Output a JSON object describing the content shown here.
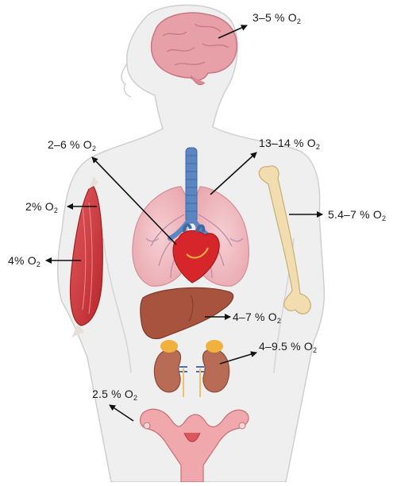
{
  "figure": {
    "labels": [
      {
        "id": "brain",
        "value": "3–5 %",
        "unit": "O",
        "sub": "2"
      },
      {
        "id": "heart",
        "value": "2–6 %",
        "unit": "O",
        "sub": "2"
      },
      {
        "id": "lungs",
        "value": "13–14 %",
        "unit": "O",
        "sub": "2"
      },
      {
        "id": "muscle-upper",
        "value": "2%",
        "unit": "O",
        "sub": "2"
      },
      {
        "id": "bone",
        "value": "5.4–7 %",
        "unit": "O",
        "sub": "2"
      },
      {
        "id": "muscle-lower",
        "value": "4%",
        "unit": "O",
        "sub": "2"
      },
      {
        "id": "liver",
        "value": "4–7 %",
        "unit": "O",
        "sub": "2"
      },
      {
        "id": "kidney",
        "value": "4–9.5 %",
        "unit": "O",
        "sub": "2"
      },
      {
        "id": "uterus",
        "value": "2.5 %",
        "unit": "O",
        "sub": "2"
      }
    ]
  },
  "colors": {
    "skin": "#eeeeee",
    "skin_outline": "#c8c8c8",
    "brain": "#e8a0a8",
    "lung": "#f2c1c6",
    "trachea": "#5b86c2",
    "heart": "#d7262b",
    "liver": "#a8533d",
    "kidney": "#b86b55",
    "adrenal": "#f0b23c",
    "muscle": "#d9474b",
    "bone": "#f1ddb0",
    "uterus": "#f0a8ac",
    "arrow": "#111111"
  },
  "icons": [
    "brain-icon",
    "lungs-icon",
    "trachea-icon",
    "heart-icon",
    "liver-icon",
    "kidney-icon",
    "muscle-icon",
    "bone-icon",
    "uterus-icon"
  ]
}
